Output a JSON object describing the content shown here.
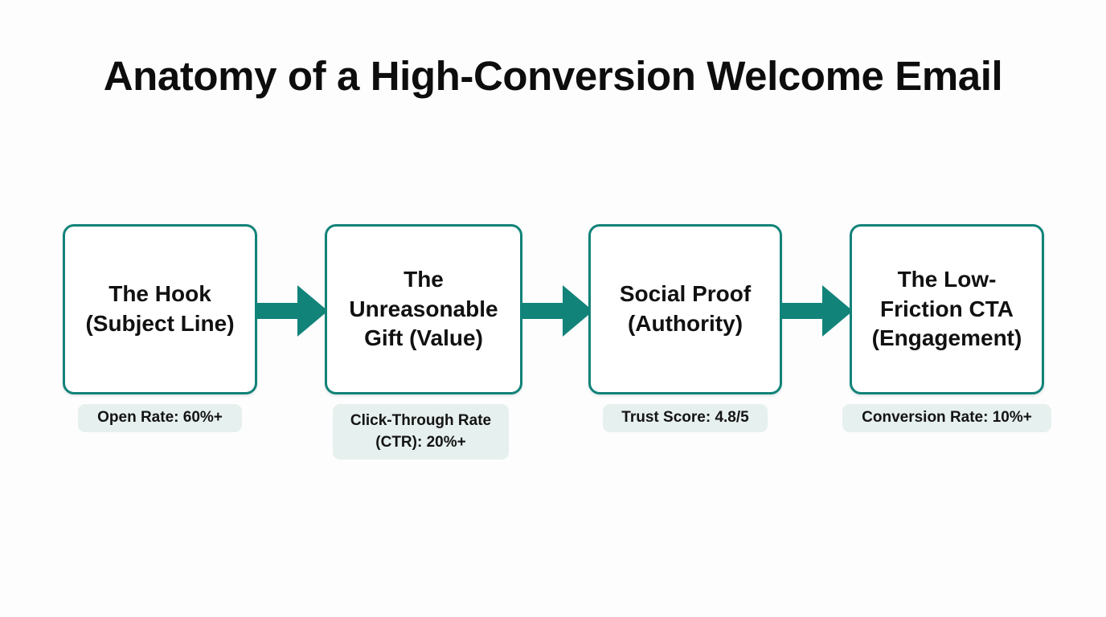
{
  "title": "Anatomy of a High-Conversion Welcome Email",
  "colors": {
    "accent": "#128379",
    "arrow": "#128379",
    "node_border": "#128379",
    "node_fill": "#ffffff",
    "chip_fill": "#e6f0ee",
    "text": "#111111",
    "background": "#fdfdfe"
  },
  "flow": {
    "nodes": [
      {
        "label": "The Hook\n(Subject Line)",
        "metric": "Open Rate: 60%+"
      },
      {
        "label": "The\nUnreasonable\nGift (Value)",
        "metric": "Click-Through Rate\n(CTR): 20%+"
      },
      {
        "label": "Social Proof\n(Authority)",
        "metric": "Trust Score: 4.8/5"
      },
      {
        "label": "The Low-\nFriction CTA\n(Engagement)",
        "metric": "Conversion Rate: 10%+"
      }
    ],
    "connectors": [
      {
        "icon": "right-arrow-icon"
      },
      {
        "icon": "right-arrow-icon"
      },
      {
        "icon": "right-arrow-icon"
      }
    ]
  }
}
